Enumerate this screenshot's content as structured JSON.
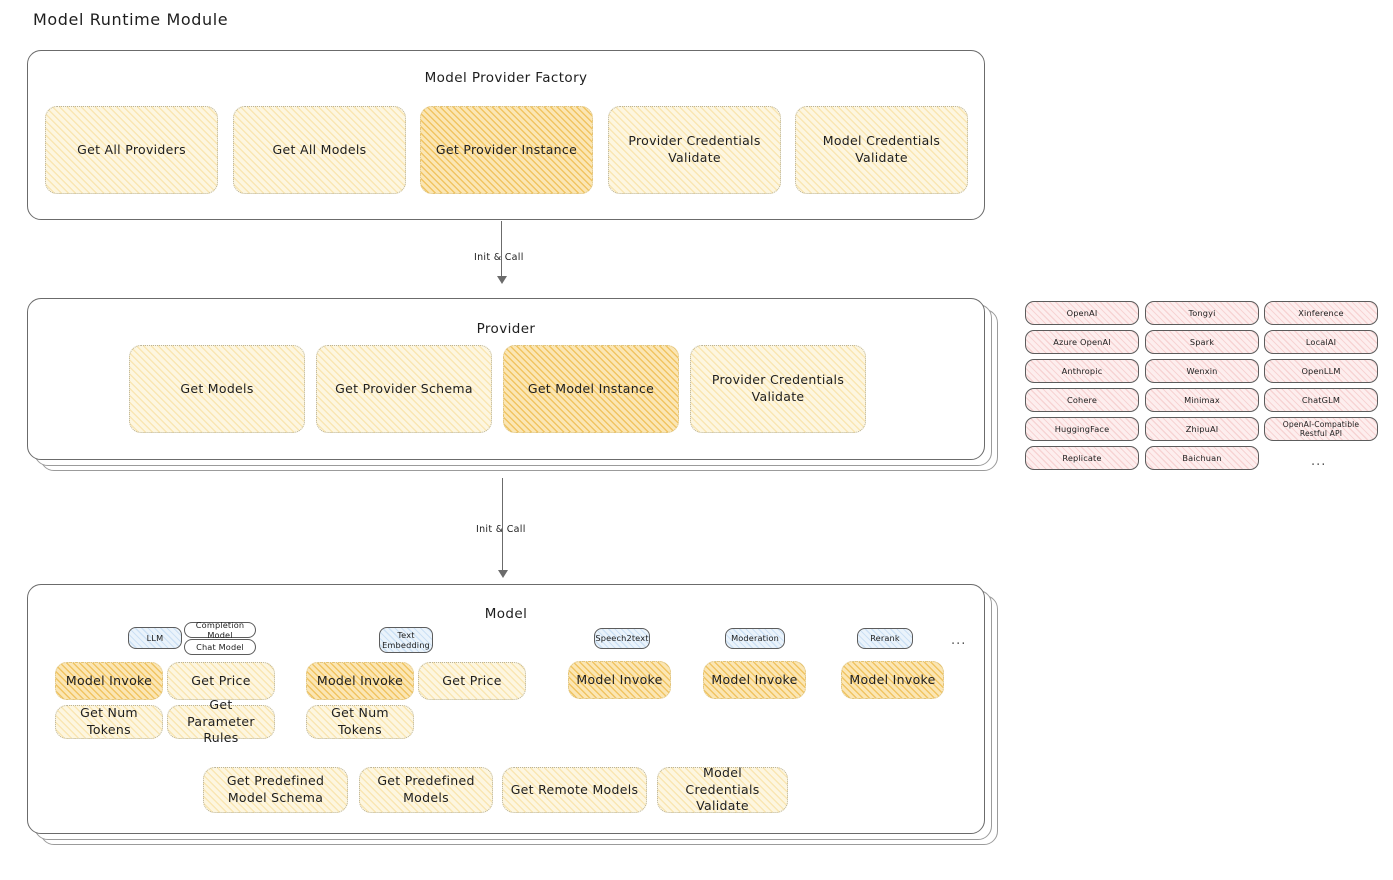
{
  "page": {
    "title": "Model Runtime Module"
  },
  "factory": {
    "title": "Model Provider Factory",
    "boxes": [
      {
        "label": "Get All Providers",
        "highlighted": false
      },
      {
        "label": "Get All Models",
        "highlighted": false
      },
      {
        "label": "Get Provider Instance",
        "highlighted": true
      },
      {
        "label": "Provider Credentials Validate",
        "highlighted": false
      },
      {
        "label": "Model Credentials Validate",
        "highlighted": false
      }
    ]
  },
  "arrows": [
    {
      "label": "Init & Call"
    },
    {
      "label": "Init & Call"
    }
  ],
  "provider": {
    "title": "Provider",
    "boxes": [
      {
        "label": "Get Models",
        "highlighted": false
      },
      {
        "label": "Get Provider Schema",
        "highlighted": false
      },
      {
        "label": "Get Model Instance",
        "highlighted": true
      },
      {
        "label": "Provider Credentials Validate",
        "highlighted": false
      }
    ]
  },
  "provider_list": {
    "columns": [
      [
        "OpenAI",
        "Azure OpenAI",
        "Anthropic",
        "Cohere",
        "HuggingFace",
        "Replicate"
      ],
      [
        "Tongyi",
        "Spark",
        "Wenxin",
        "Minimax",
        "ZhipuAI",
        "Baichuan"
      ],
      [
        "Xinference",
        "LocalAI",
        "OpenLLM",
        "ChatGLM",
        "OpenAI-Compatible Restful API"
      ]
    ],
    "more": "..."
  },
  "model": {
    "title": "Model",
    "more": "...",
    "types": [
      {
        "name": "LLM",
        "sub": [
          "Completion Model",
          "Chat Model"
        ]
      },
      {
        "name": "Text Embedding",
        "sub": []
      },
      {
        "name": "Speech2text",
        "sub": []
      },
      {
        "name": "Moderation",
        "sub": []
      },
      {
        "name": "Rerank",
        "sub": []
      }
    ],
    "llm_boxes": [
      {
        "label": "Model Invoke",
        "highlighted": true
      },
      {
        "label": "Get Price",
        "highlighted": false
      },
      {
        "label": "Get Num Tokens",
        "highlighted": false
      },
      {
        "label": "Get Parameter Rules",
        "highlighted": false
      }
    ],
    "embedding_boxes": [
      {
        "label": "Model Invoke",
        "highlighted": true
      },
      {
        "label": "Get Price",
        "highlighted": false
      },
      {
        "label": "Get Num Tokens",
        "highlighted": false
      }
    ],
    "speech2text_boxes": [
      {
        "label": "Model Invoke",
        "highlighted": true
      }
    ],
    "moderation_boxes": [
      {
        "label": "Model Invoke",
        "highlighted": true
      }
    ],
    "rerank_boxes": [
      {
        "label": "Model Invoke",
        "highlighted": true
      }
    ],
    "common_boxes": [
      {
        "label": "Get Predefined Model Schema"
      },
      {
        "label": "Get Predefined Models"
      },
      {
        "label": "Get Remote Models"
      },
      {
        "label": "Model Credentials Validate"
      }
    ]
  },
  "colors": {
    "box_fill": "#fdf6e0",
    "box_fill_highlight": "#fbe6b4",
    "pill_fill": "#fdeeee",
    "badge_fill": "#eaf3fb",
    "stroke": "#6b6b6b",
    "text": "#1e1e1e"
  }
}
